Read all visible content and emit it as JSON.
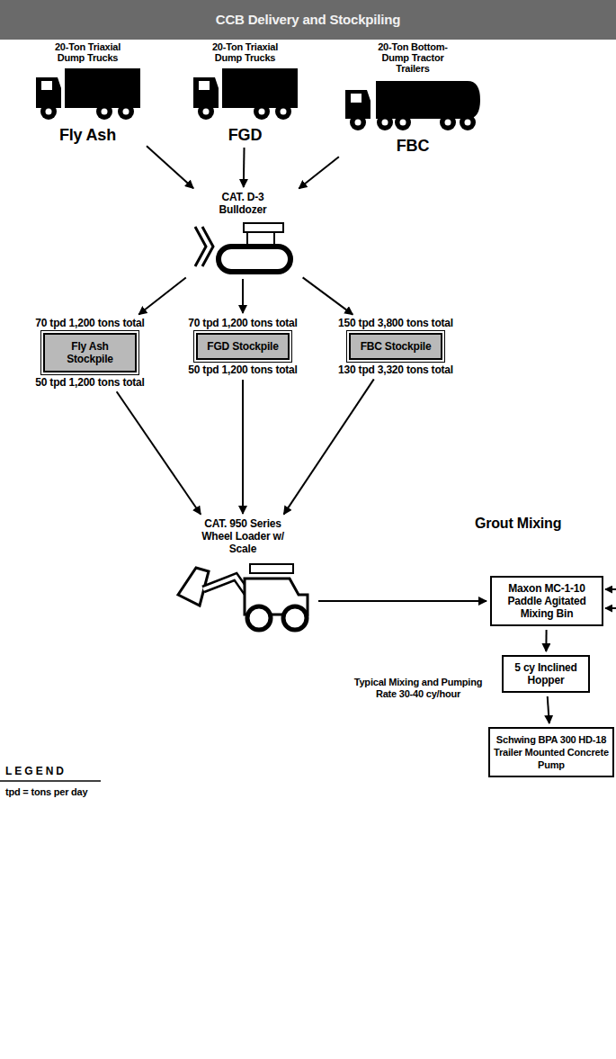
{
  "diagram": {
    "title": "CCB Delivery and Stockpiling",
    "nodes": [
      {
        "text": [
          "20-Ton Triaxial Dump Trucks",
          "Fly Ash"
        ]
      },
      {
        "text": [
          "20-Ton Triaxial Dump Trucks",
          "FGD"
        ]
      },
      {
        "text": [
          "20-Ton Bottom-Dump Tractor Trailers",
          "FBC"
        ]
      },
      {
        "text": [
          "CAT. D-3 Bulldozer"
        ]
      },
      {
        "text": [
          "70 tpd 1,200 tons total",
          "Fly Ash Stockpile",
          "50 tpd 1,200 tons total"
        ]
      },
      {
        "text": [
          "70 tpd 1,200 tons total",
          "FGD Stockpile",
          "50 tpd 1,200 tons total"
        ]
      },
      {
        "text": [
          "150 tpd 3,800 tons total",
          "FBC Stockpile",
          "130 tpd 3,320 tons total"
        ]
      },
      {
        "text": [
          "CAT. 950 Series Wheel Loader w/ Scale"
        ]
      },
      {
        "text": [
          "Maxon MC-1-10 Paddle Agitated Mixing Bin"
        ]
      },
      {
        "text": [
          "5 cy Inclined Hopper"
        ]
      },
      {
        "text": [
          "Schwing BPA 300 HD-18 Trailer Mounted Concrete Pump"
        ]
      }
    ],
    "edges": [
      {
        "from": 0,
        "to": 3,
        "arrow": "to"
      },
      {
        "from": 1,
        "to": 3,
        "arrow": "to"
      },
      {
        "from": 2,
        "to": 3,
        "arrow": "to"
      },
      {
        "from": 3,
        "to": 4,
        "arrow": "to"
      },
      {
        "from": 3,
        "to": 5,
        "arrow": "to"
      },
      {
        "from": 3,
        "to": 6,
        "arrow": "to"
      },
      {
        "from": 4,
        "to": 7,
        "arrow": "to"
      },
      {
        "from": 5,
        "to": 7,
        "arrow": "to"
      },
      {
        "from": 6,
        "to": 7,
        "arrow": "to"
      },
      {
        "from": 7,
        "to": 8,
        "arrow": "to"
      },
      {
        "from": 8,
        "to": 9,
        "arrow": "to"
      },
      {
        "from": 9,
        "to": 10,
        "arrow": "to"
      }
    ],
    "labels": [
      "Grout Mixing",
      "Typical Mixing and Pumping Rate 30-40 cy/hour",
      "LEGEND"
    ],
    "legend": [
      {
        "text": "tpd = tons per day"
      }
    ]
  }
}
